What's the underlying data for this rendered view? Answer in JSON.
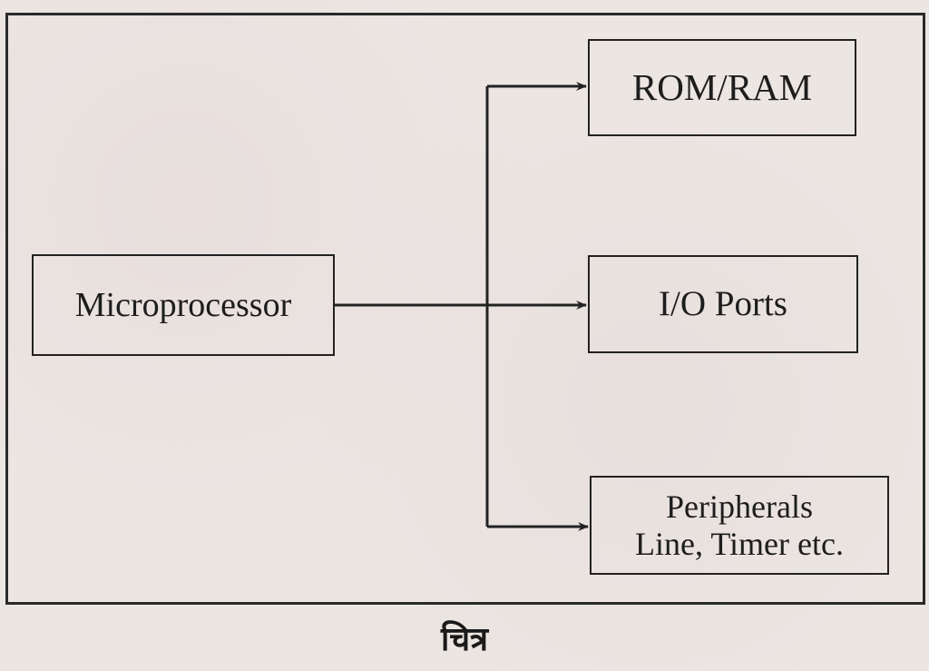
{
  "diagram": {
    "nodes": {
      "microprocessor": "Microprocessor",
      "rom_ram": "ROM/RAM",
      "io_ports": "I/O Ports",
      "peripherals_line1": "Peripherals",
      "peripherals_line2": "Line, Timer etc."
    },
    "edges": [
      {
        "from": "microprocessor",
        "to": "rom_ram"
      },
      {
        "from": "microprocessor",
        "to": "io_ports"
      },
      {
        "from": "microprocessor",
        "to": "peripherals"
      }
    ],
    "caption": "चित्र"
  },
  "colors": {
    "paper": "#ece6e3",
    "ink": "#222222"
  }
}
